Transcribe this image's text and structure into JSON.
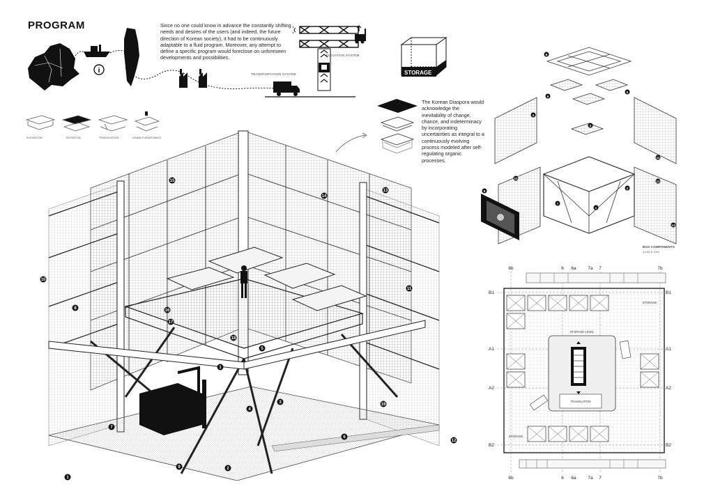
{
  "heading": "PROGRAM",
  "intro_paragraph": "Since no one could know in advance the constantly shifting needs and desires of the users (and indeed, the future direction of Korean society), it had to be continuously adaptable to a fluid program. Moreover, any attempt to define a specific program would foreclose on unforeseen developments and possibilities.",
  "diaspora_paragraph": "The Korean Diaspora would acknowledge the inevitability of change, chance, and indeterminacy by incorporating uncertainties as integral to a continuously evolving process modeled after self-regulating organic processes.",
  "labels": {
    "elevation_system": "ELEVATION SYSTEM",
    "transportation_system": "TRANSPORTATION SYSTEM",
    "storage": "STORAGE",
    "storage_level": "STORAGE LEVEL",
    "box_components": "BOX COMPONENTS",
    "box_components_scale": "1/100 & 1/50",
    "platform_captions": [
      "ELEVATION",
      "ROTATION",
      "TRANSLATION",
      "USABLE ADAPTABLE"
    ],
    "plan_room_labels": [
      "STORAGE",
      "TRANSLATION",
      "STORAGE"
    ]
  },
  "info_icon": "i",
  "grid_axes": {
    "columns": [
      "6b",
      "6",
      "6a",
      "7a",
      "7",
      "7b"
    ],
    "rows": [
      "B1",
      "A1",
      "A2",
      "B2"
    ]
  },
  "callouts": {
    "main": [
      "15",
      "13",
      "14",
      "10",
      "8",
      "11",
      "16",
      "17",
      "5",
      "18",
      "1",
      "4",
      "3",
      "9",
      "7",
      "6",
      "2",
      "12",
      "19",
      "1"
    ],
    "exploded": [
      "8",
      "6",
      "5",
      "3",
      "4",
      "2",
      "1",
      "7",
      "9",
      "10",
      "11",
      "12",
      "13"
    ]
  },
  "icons": [
    "seoul-map-icon",
    "ship-icon",
    "info-icon",
    "manhattan-map-icon",
    "factory-icon",
    "truck-icon",
    "crane-icon",
    "forklift-icon",
    "storage-box-icon",
    "person-silhouette-icon",
    "forklift-silhouette-icon",
    "photo-thumbnail-icon"
  ]
}
